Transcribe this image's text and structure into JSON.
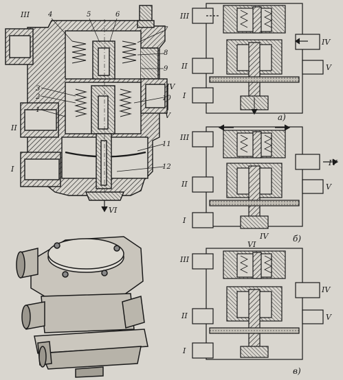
{
  "section_view": {
    "port_labels": [
      "III",
      "II",
      "I",
      "IV",
      "V",
      "VI"
    ],
    "callouts": [
      "4",
      "5",
      "6",
      "7",
      "8",
      "9",
      "3",
      "2",
      "1",
      "10",
      "11",
      "12"
    ]
  },
  "diagrams": [
    {
      "caption": "а)",
      "left_ports": [
        "III",
        "II",
        "I"
      ],
      "right_ports": [
        "IV",
        "V"
      ],
      "bottom_port": ""
    },
    {
      "caption": "б)",
      "left_ports": [
        "III",
        "II",
        "I"
      ],
      "right_ports": [
        "IV",
        "V"
      ],
      "bottom_port": "IV"
    },
    {
      "caption": "в)",
      "left_ports": [
        "III",
        "II",
        "I"
      ],
      "right_ports": [
        "IV",
        "V"
      ],
      "bottom_port": "VI"
    }
  ],
  "colors": {
    "background": "#d9d6cf",
    "ink": "#1a1a1a",
    "hatch": "#3a3a3a",
    "body_fill": "#c9c5bc"
  }
}
